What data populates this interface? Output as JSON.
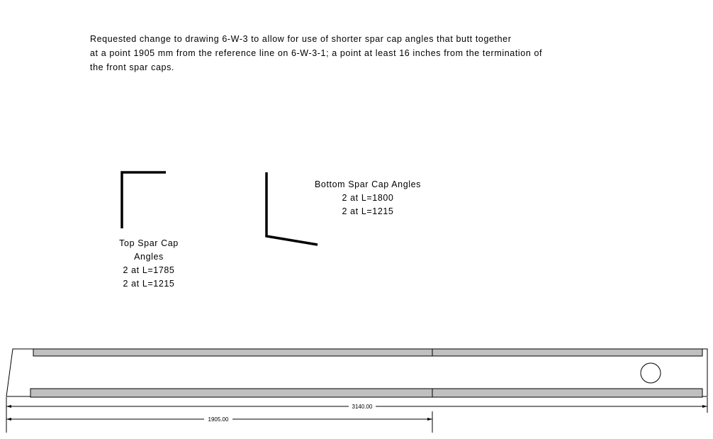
{
  "note": {
    "line1": "Requested change to drawing 6-W-3 to allow for use of shorter spar cap angles that butt together",
    "line2": "at a point 1905 mm from the reference line on 6-W-3-1; a point at least 16 inches from the termination of",
    "line3": "the front spar caps."
  },
  "top_angles": {
    "title1": "Top Spar Cap",
    "title2": "Angles",
    "qty1": "2 at L=1785",
    "qty2": "2 at L=1215"
  },
  "bottom_angles": {
    "title": "Bottom Spar Cap Angles",
    "qty1": "2 at L=1800",
    "qty2": "2 at L=1215"
  },
  "dimensions": {
    "overall": "3140.00",
    "splice": "1905.00"
  },
  "colors": {
    "cap_fill": "#c0c0c0",
    "line": "#000000"
  }
}
